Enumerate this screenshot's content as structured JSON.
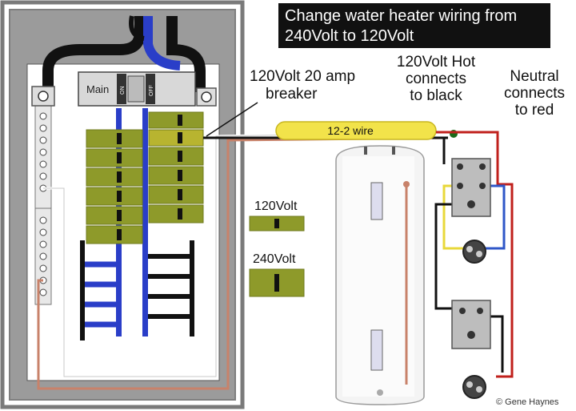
{
  "title": {
    "line1": "Change water heater wiring from",
    "line2": "240Volt to 120Volt"
  },
  "labels": {
    "breaker_line1": "120Volt 20 amp",
    "breaker_line2": "breaker",
    "hot_line1": "120Volt Hot",
    "hot_line2": "connects",
    "hot_line3": "to black",
    "neutral_line1": "Neutral",
    "neutral_line2": "connects",
    "neutral_line3": "to red",
    "wire": "12-2 wire",
    "legend_120": "120Volt",
    "legend_240": "240Volt",
    "copyright": "© Gene Haynes"
  },
  "panel": {
    "main_label": "Main",
    "on_label": "ON",
    "off_label": "OFF"
  },
  "colors": {
    "breaker": "#8e9a2a",
    "breaker_dark": "#6f7a1c",
    "wire_yellow": "#f2e34a",
    "hot_black": "#111111",
    "neutral_white": "#ffffff",
    "ground_copper": "#c8826a",
    "red_wire": "#c0201c",
    "blue_wire": "#2f57c8",
    "bus_blue": "#2a3ec8"
  }
}
